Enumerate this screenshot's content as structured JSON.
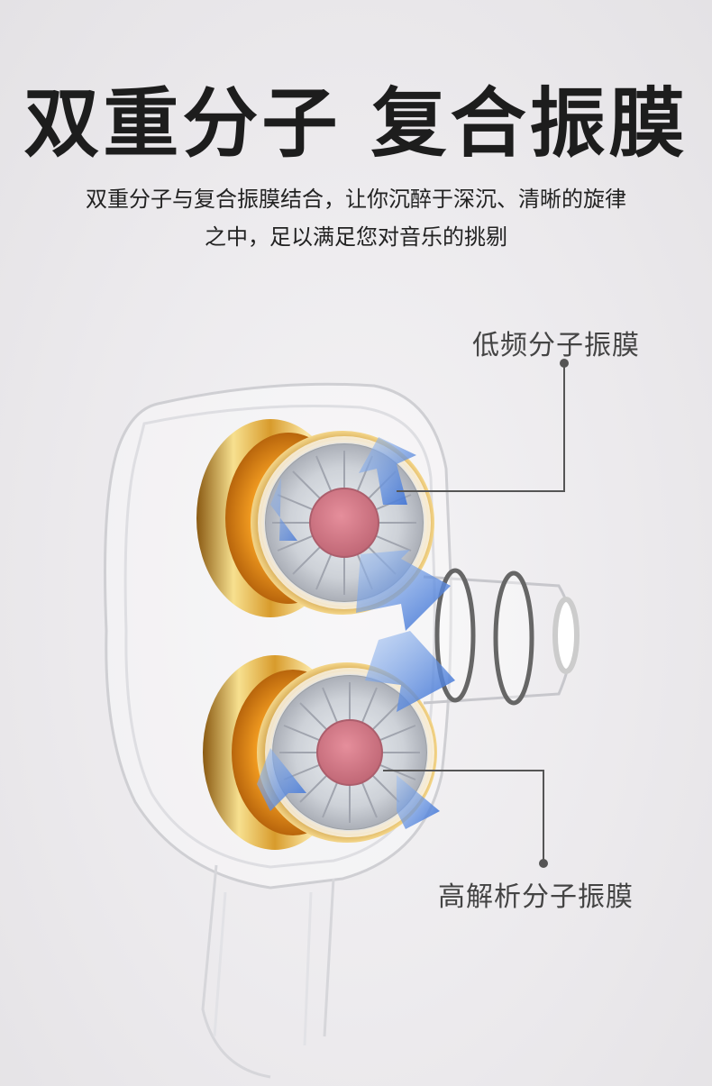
{
  "header": {
    "title": "双重分子 复合振膜",
    "subtitle_line1": "双重分子与复合振膜结合，让你沉醉于深沉、清晰的旋律",
    "subtitle_line2": "之中，足以满足您对音乐的挑剔"
  },
  "callouts": {
    "low_freq": "低频分子振膜",
    "high_res": "高解析分子振膜"
  },
  "colors": {
    "gold": "#d9a640",
    "gold_light": "#f6dc8a",
    "amber": "#e8901a",
    "magnet_red": "#d4505e",
    "arrow_blue": "#4f7fd8"
  }
}
